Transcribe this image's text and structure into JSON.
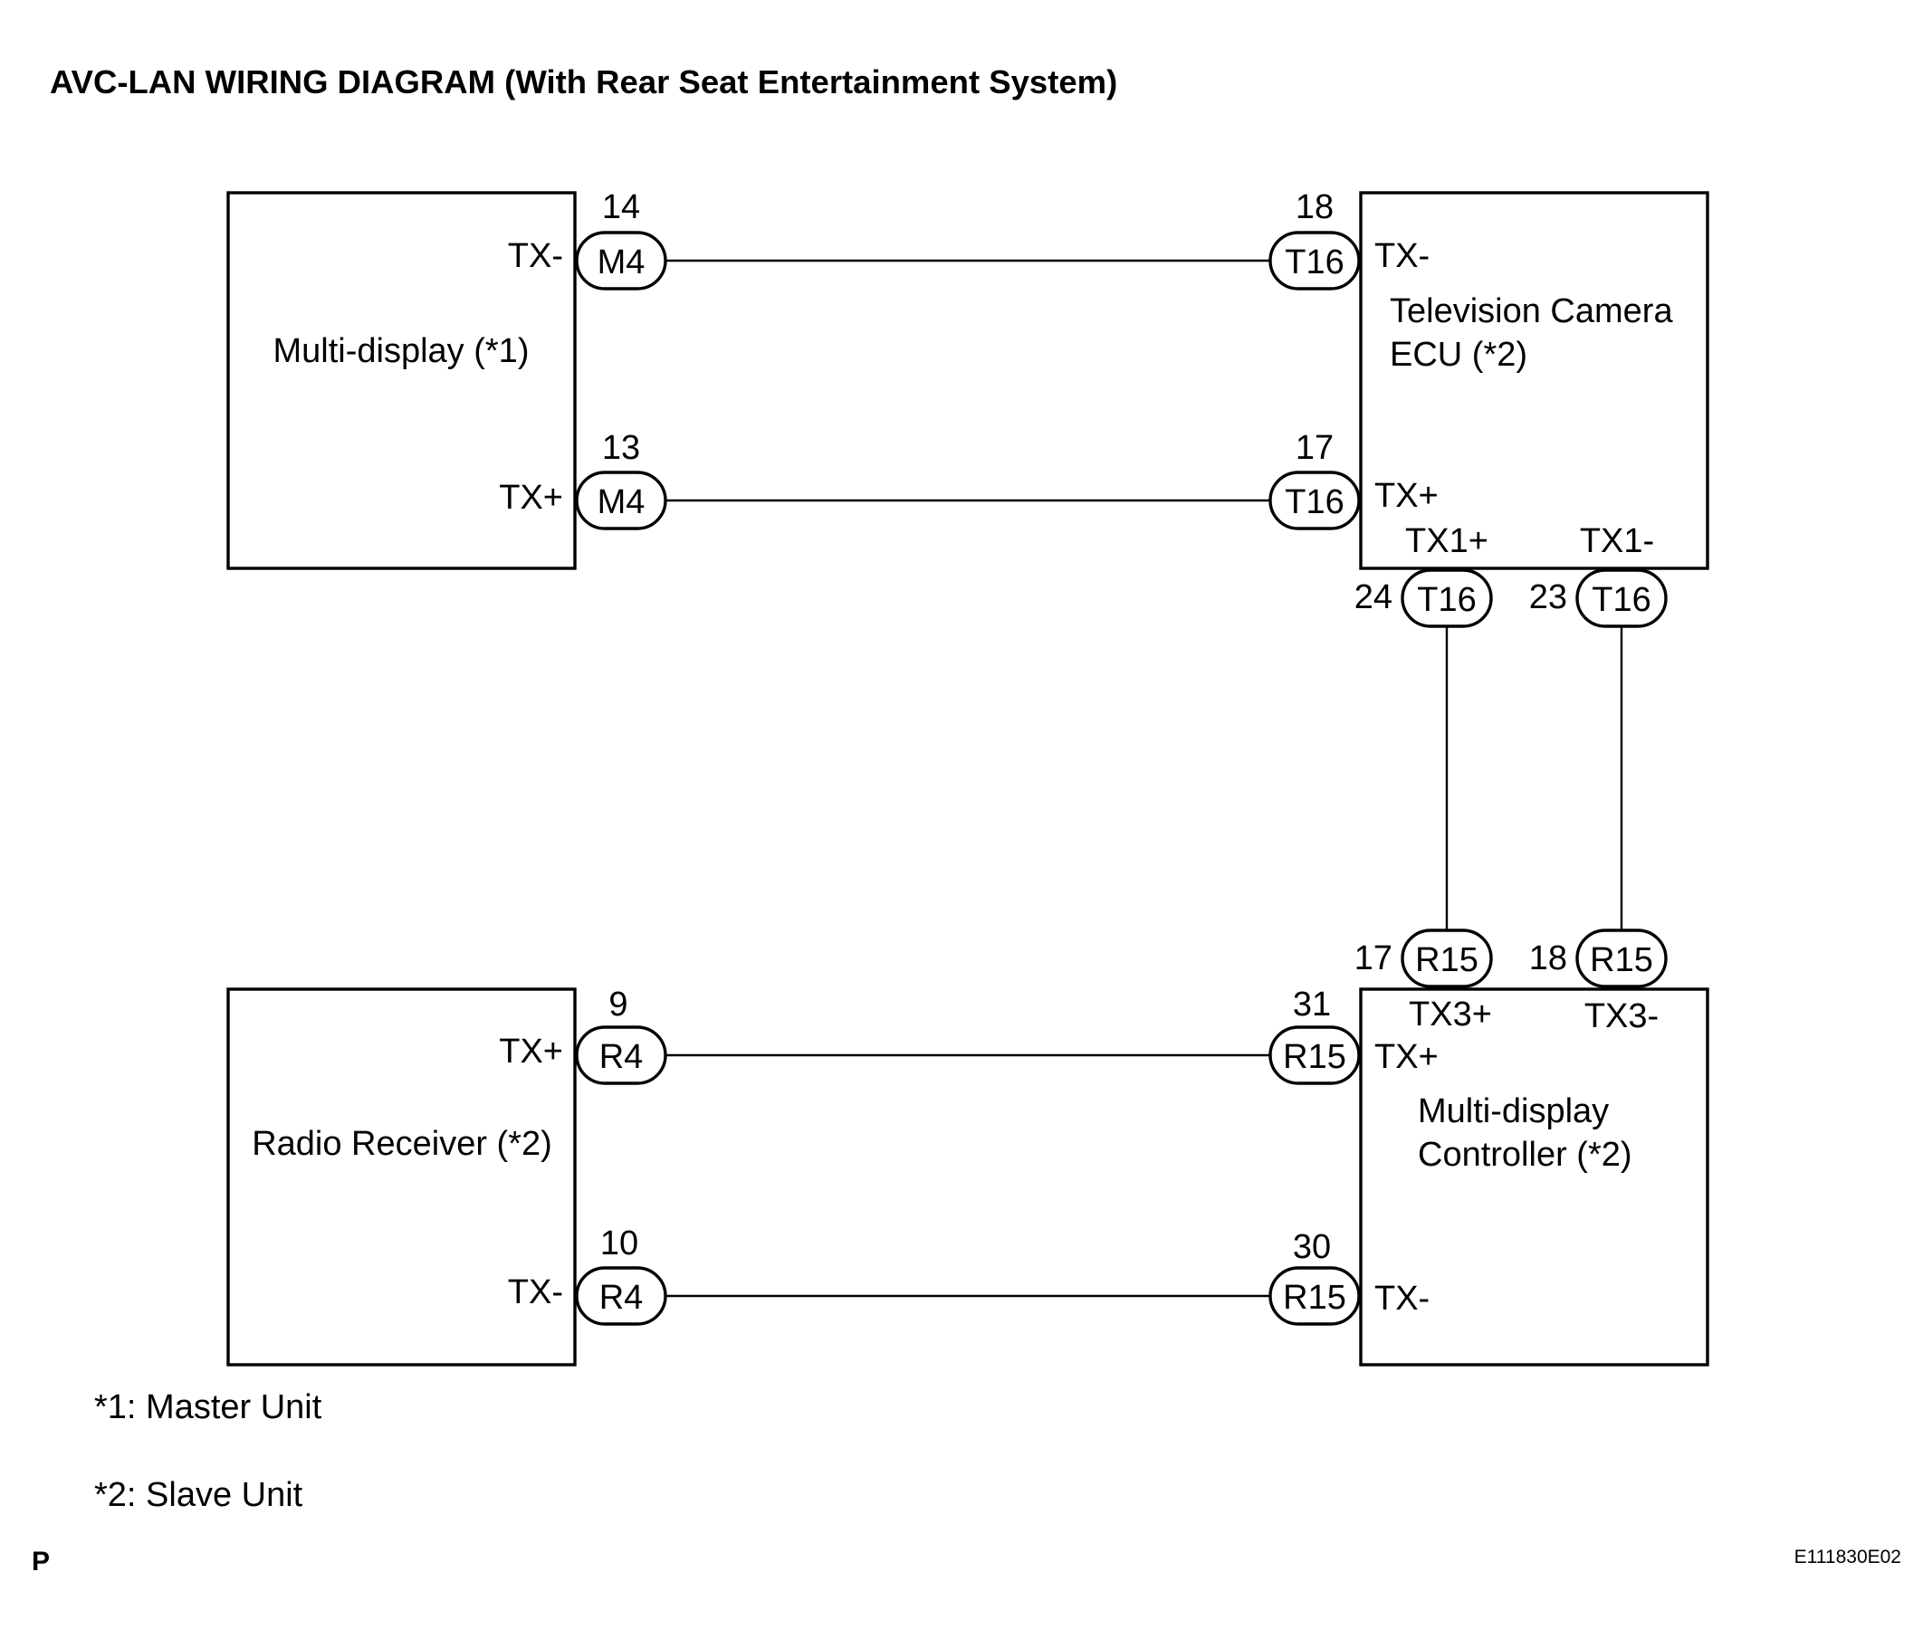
{
  "title": "AVC-LAN WIRING DIAGRAM (With Rear Seat Entertainment System)",
  "components": {
    "multi_display": {
      "name": "Multi-display (*1)"
    },
    "tv_camera_ecu": {
      "line1": "Television Camera",
      "line2": "ECU (*2)"
    },
    "radio_receiver": {
      "name": "Radio Receiver (*2)"
    },
    "md_controller": {
      "line1": "Multi-display",
      "line2": "Controller (*2)"
    }
  },
  "connectors": {
    "md_txm": {
      "id": "M4",
      "pin": "14",
      "signal": "TX-"
    },
    "md_txp": {
      "id": "M4",
      "pin": "13",
      "signal": "TX+"
    },
    "tv_txm": {
      "id": "T16",
      "pin": "18",
      "signal": "TX-"
    },
    "tv_txp": {
      "id": "T16",
      "pin": "17",
      "signal": "TX+"
    },
    "tv_tx1p": {
      "id": "T16",
      "pin": "24",
      "signal": "TX1+"
    },
    "tv_tx1m": {
      "id": "T16",
      "pin": "23",
      "signal": "TX1-"
    },
    "mdc_tx3p": {
      "id": "R15",
      "pin": "17",
      "signal": "TX3+"
    },
    "mdc_tx3m": {
      "id": "R15",
      "pin": "18",
      "signal": "TX3-"
    },
    "rr_txp": {
      "id": "R4",
      "pin": "9",
      "signal": "TX+"
    },
    "rr_txm": {
      "id": "R4",
      "pin": "10",
      "signal": "TX-"
    },
    "mdc_txp": {
      "id": "R15",
      "pin": "31",
      "signal": "TX+"
    },
    "mdc_txm": {
      "id": "R15",
      "pin": "30",
      "signal": "TX-"
    }
  },
  "notes": {
    "note1": "*1: Master Unit",
    "note2": "*2: Slave Unit"
  },
  "footer": {
    "left_mark": "P",
    "figure_code": "E111830E02"
  }
}
